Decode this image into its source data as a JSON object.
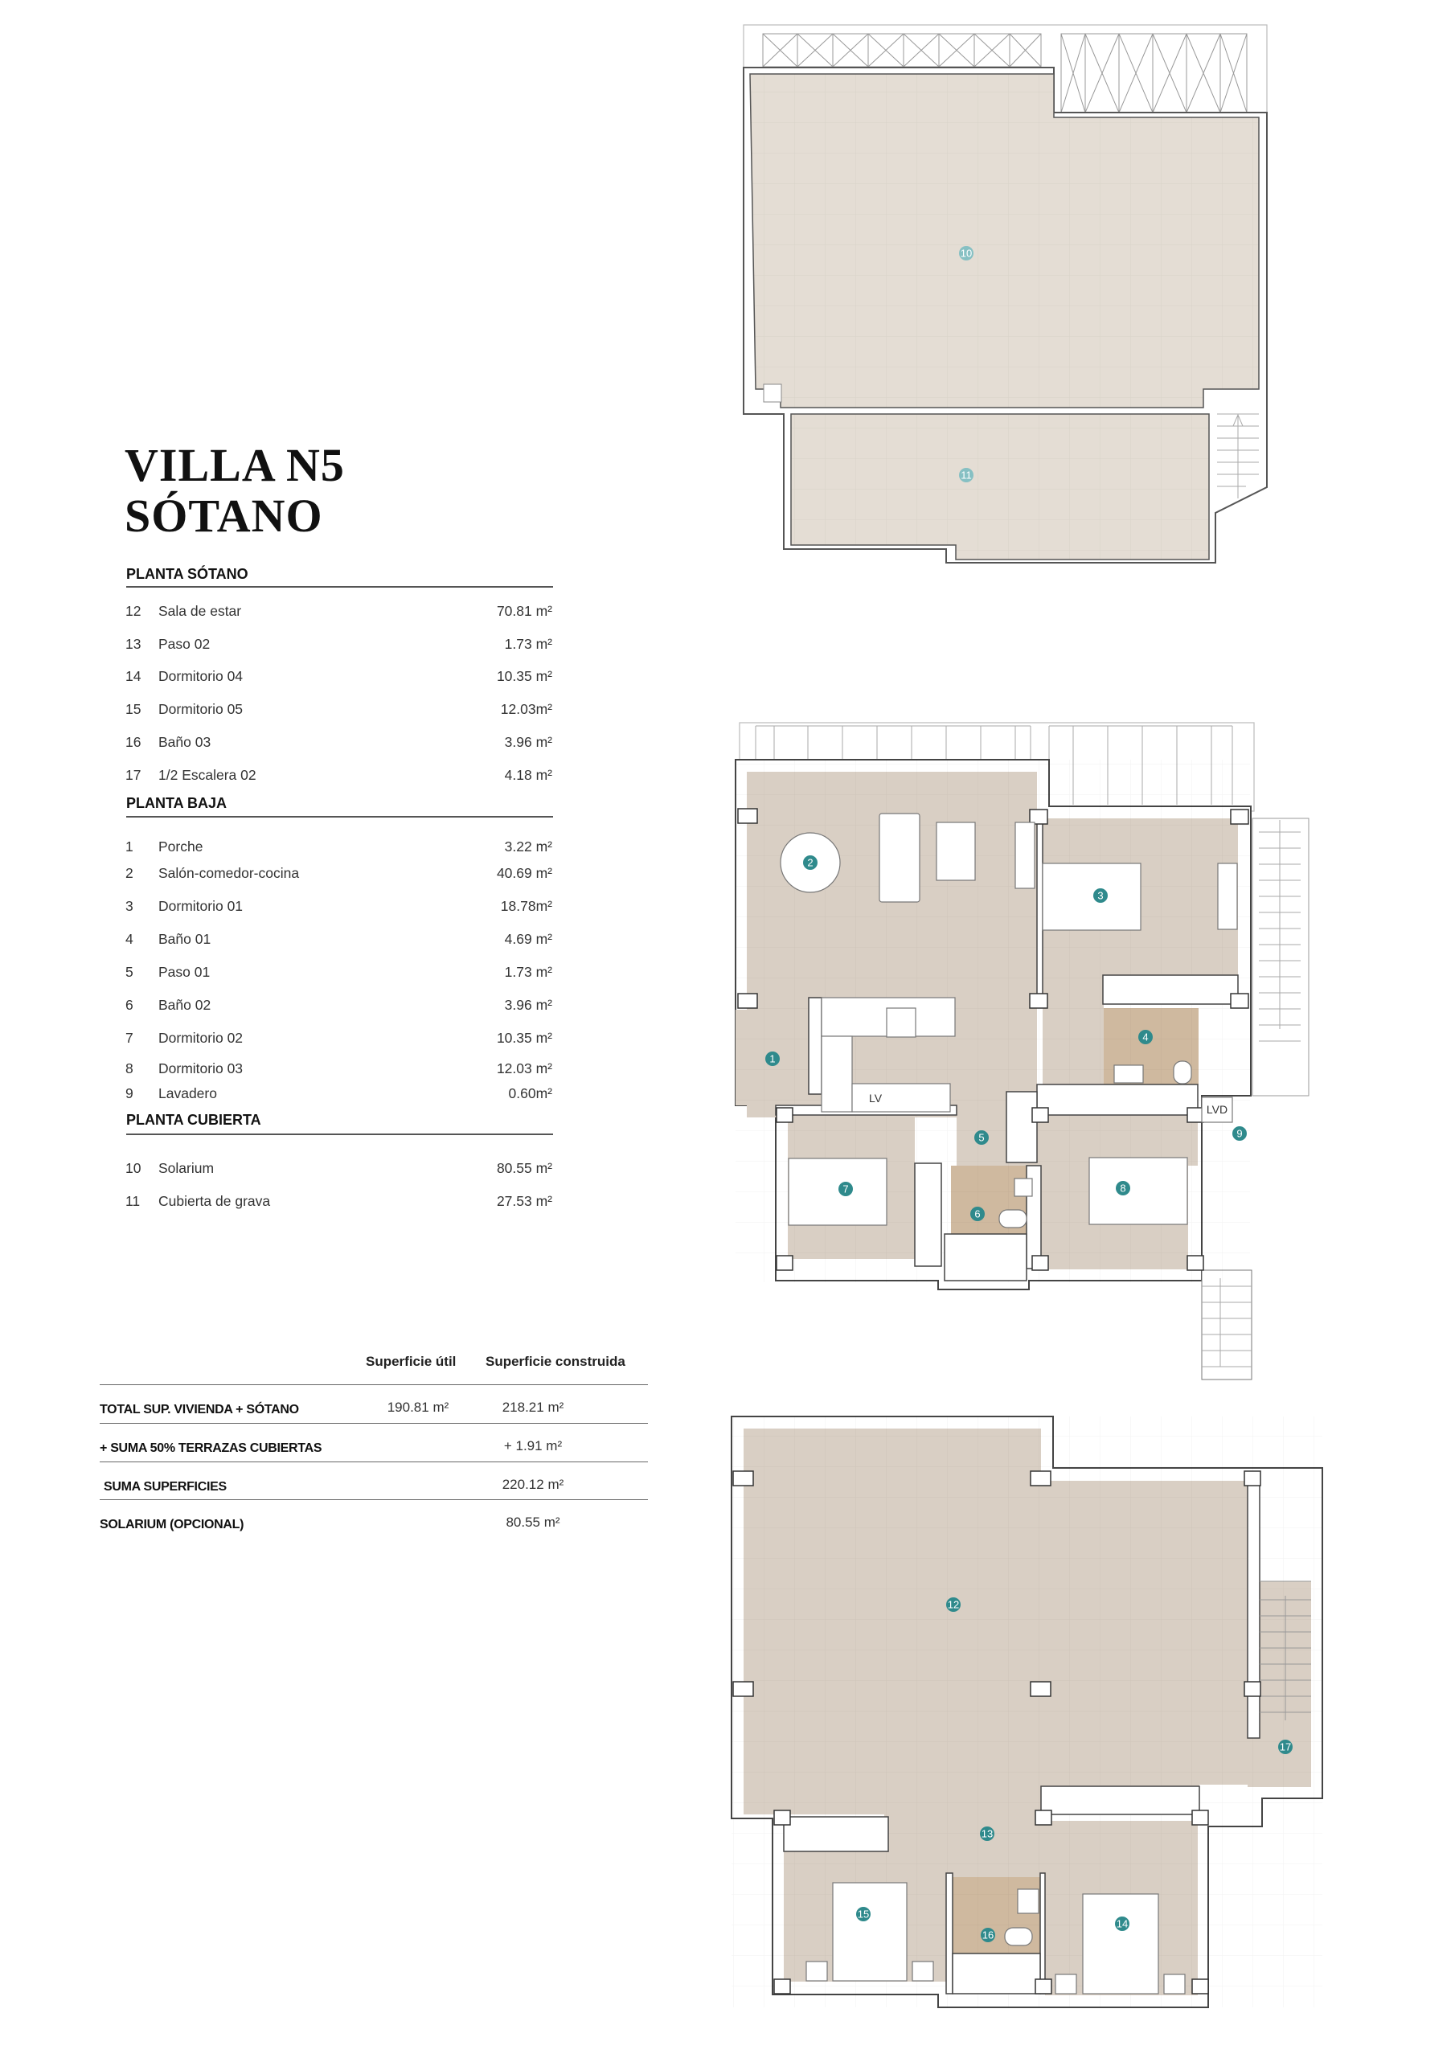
{
  "title": {
    "line1": "VILLA N5",
    "line2": "SÓTANO"
  },
  "sections": [
    {
      "heading": "PLANTA SÓTANO",
      "rooms": [
        {
          "num": "12",
          "name": "Sala de estar",
          "area": "70.81 m²"
        },
        {
          "num": "13",
          "name": "Paso 02",
          "area": "1.73 m²"
        },
        {
          "num": "14",
          "name": "Dormitorio 04",
          "area": "10.35 m²"
        },
        {
          "num": "15",
          "name": "Dormitorio 05",
          "area": "12.03m²"
        },
        {
          "num": "16",
          "name": "Baño 03",
          "area": "3.96 m²"
        },
        {
          "num": "17",
          "name": "1/2 Escalera 02",
          "area": "4.18 m²"
        }
      ]
    },
    {
      "heading": "PLANTA BAJA",
      "rooms": [
        {
          "num": "1",
          "name": "Porche",
          "area": "3.22 m²"
        },
        {
          "num": "2",
          "name": "Salón-comedor-cocina",
          "area": "40.69 m²"
        },
        {
          "num": "3",
          "name": "Dormitorio 01",
          "area": "18.78m²"
        },
        {
          "num": "4",
          "name": "Baño 01",
          "area": "4.69 m²"
        },
        {
          "num": "5",
          "name": "Paso 01",
          "area": "1.73 m²"
        },
        {
          "num": "6",
          "name": "Baño 02",
          "area": "3.96 m²"
        },
        {
          "num": "7",
          "name": "Dormitorio 02",
          "area": "10.35 m²"
        },
        {
          "num": "8",
          "name": "Dormitorio 03",
          "area": "12.03 m²"
        },
        {
          "num": "9",
          "name": "Lavadero",
          "area": "0.60m²"
        }
      ]
    },
    {
      "heading": "PLANTA CUBIERTA",
      "rooms": [
        {
          "num": "10",
          "name": "Solarium",
          "area": "80.55 m²"
        },
        {
          "num": "11",
          "name": "Cubierta de grava",
          "area": "27.53 m²"
        }
      ]
    }
  ],
  "summary": {
    "headers": {
      "util": "Superficie útil",
      "construida": "Superficie construida"
    },
    "rows": [
      {
        "label": "TOTAL SUP. VIVIENDA + SÓTANO",
        "util": "190.81  m²",
        "construida": "218.21 m²"
      },
      {
        "label": "+ SUMA 50% TERRAZAS CUBIERTAS",
        "util": "",
        "construida": "+ 1.91 m²"
      },
      {
        "label": "SUMA SUPERFICIES",
        "util": "",
        "construida": "220.12 m²"
      },
      {
        "label": "SOLARIUM (OPCIONAL)",
        "util": "",
        "construida": "80.55 m²"
      }
    ]
  },
  "plans": {
    "cubierta": {
      "markers": [
        "10",
        "11"
      ]
    },
    "baja": {
      "markers": [
        "1",
        "2",
        "3",
        "4",
        "5",
        "6",
        "7",
        "8",
        "9"
      ],
      "lv": "LV",
      "lvd": "LVD"
    },
    "sotano": {
      "markers": [
        "12",
        "13",
        "14",
        "15",
        "16",
        "17"
      ]
    }
  },
  "colors": {
    "floor": "#d9cfc4",
    "solarium": "#e4ddd4",
    "bath": "#cfb99f",
    "marker": "#2f8a8c",
    "marker_light": "#86c0c3"
  }
}
